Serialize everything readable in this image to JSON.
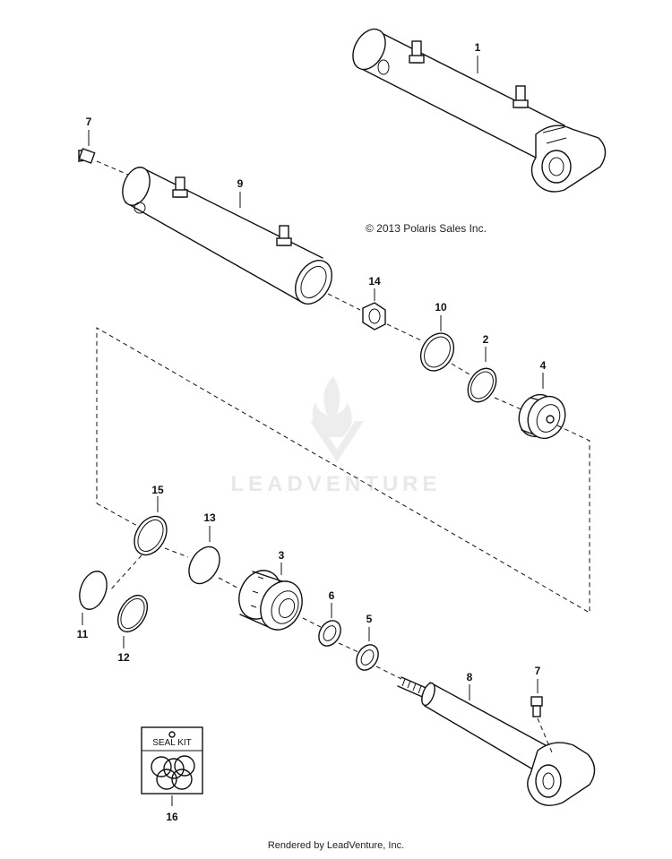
{
  "copyright": "© 2013 Polaris Sales Inc.",
  "footer": "Rendered by LeadVenture, Inc.",
  "watermark": "LEADVENTURE",
  "seal_kit_label": "SEAL KIT",
  "callouts": {
    "c1": "1",
    "c2": "2",
    "c3": "3",
    "c4": "4",
    "c5": "5",
    "c6": "6",
    "c7a": "7",
    "c7b": "7",
    "c8": "8",
    "c9": "9",
    "c10": "10",
    "c11": "11",
    "c12": "12",
    "c13": "13",
    "c14": "14",
    "c15": "15",
    "c16": "16"
  }
}
